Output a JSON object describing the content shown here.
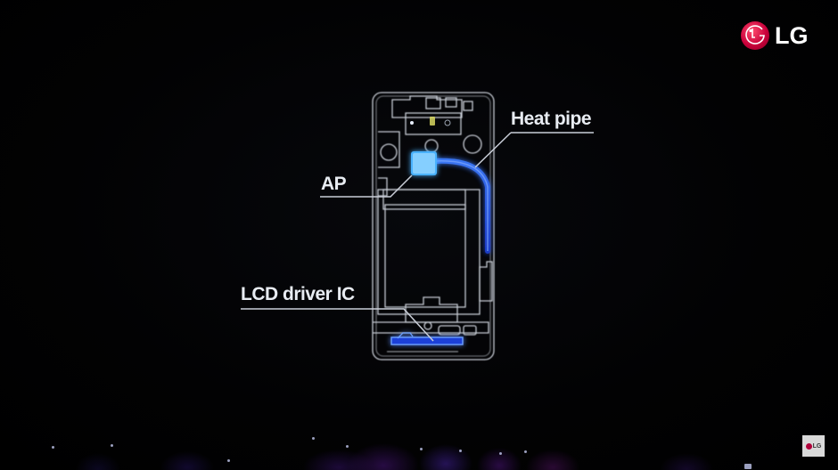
{
  "brand": {
    "logo_text": "LG",
    "logo_color": "#c8003a",
    "corner_bug_text": "LG"
  },
  "slide": {
    "subject": "Phone internal layout diagram",
    "labels": {
      "heat_pipe": "Heat pipe",
      "ap": "AP",
      "lcd_driver": "LCD driver IC"
    },
    "colors": {
      "background": "#000000",
      "outline": "#d8dde6",
      "highlight": "#4aa8ff",
      "heat_pipe": "#2f6bff"
    }
  }
}
